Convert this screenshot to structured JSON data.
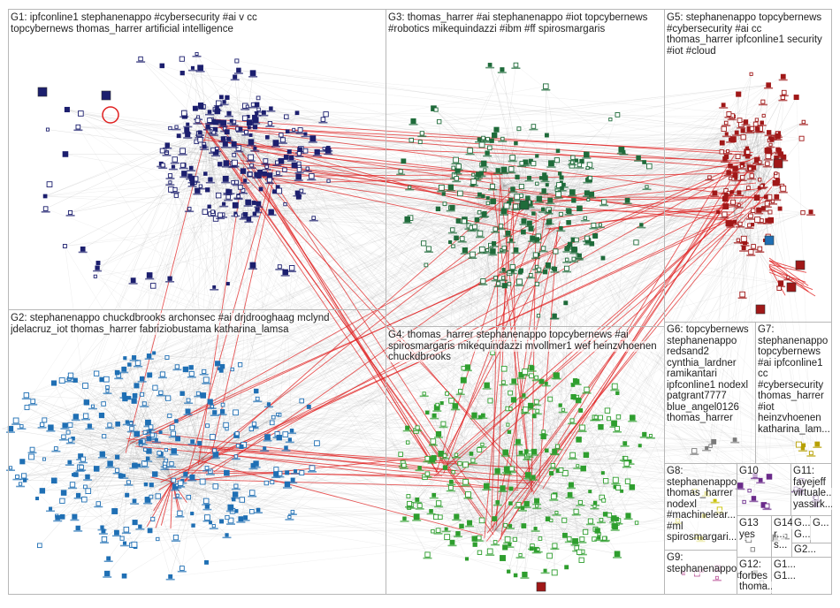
{
  "groups": [
    {
      "id": "G1",
      "label": "G1: ipfconline1 stephanenappo #cybersecurity #ai v cc topcybernews thomas_harrer artificial intelligence",
      "color": "#1c1f6e"
    },
    {
      "id": "G2",
      "label": "G2: stephanenappo chuckdbrooks archonsec #ai drjdrooghaag mclynd jdelacruz_iot thomas_harrer fabriziobustama katharina_lamsa",
      "color": "#1f6fb4"
    },
    {
      "id": "G3",
      "label": "G3: thomas_harrer #ai stephanenappo #iot topcybernews #robotics mikequindazzi #ibm #ff spirosmargaris",
      "color": "#1f6b3a"
    },
    {
      "id": "G4",
      "label": "G4: thomas_harrer stephanenappo topcybernews #ai spirosmargaris mikequindazzi mvollmer1 wef heinzvhoenen chuckdbrooks",
      "color": "#2e9e2e"
    },
    {
      "id": "G5",
      "label": "G5: stephanenappo topcybernews #cybersecurity #ai cc thomas_harrer ipfconline1 security #iot #cloud",
      "color": "#a01818"
    },
    {
      "id": "G6",
      "lines": [
        "G6: topcybernews",
        "stephanenappo",
        "redsand2",
        "cynthia_lardner",
        "ramikantari",
        "ipfconline1 nodexl",
        "patgrant7777",
        "blue_angel0126",
        "thomas_harrer"
      ],
      "color": "#7a7a7a"
    },
    {
      "id": "G7",
      "lines": [
        "G7:",
        "stephanenappo",
        "topcybernews",
        "#ai ipfconline1",
        "cc",
        "#cybersecurity",
        "thomas_harrer",
        "#iot",
        "heinzvhoenen",
        "katharina_lam..."
      ],
      "color": "#b7a000"
    },
    {
      "id": "G8",
      "lines": [
        "G8:",
        "stephanenappo",
        "thomas_harrer",
        "nodexl",
        "#machinelear...",
        "#ml",
        "spirosmargari..."
      ],
      "color": "#c8c000"
    },
    {
      "id": "G9",
      "lines": [
        "G9:",
        "stephanenappo"
      ],
      "color": "#c060a0"
    },
    {
      "id": "G10",
      "lines": [
        "G10"
      ],
      "color": "#6a2a8a"
    },
    {
      "id": "G11",
      "lines": [
        "G11:",
        "fayejeff",
        "virtuale...",
        "yassirk..."
      ],
      "color": "#5a2a7a"
    },
    {
      "id": "G12",
      "lines": [
        "G12:",
        "forbes",
        "thoma..."
      ],
      "color": "#808080"
    },
    {
      "id": "G13",
      "lines": [
        "G13",
        "yes"
      ],
      "color": "#808080"
    },
    {
      "id": "G14",
      "lines": [
        "G14:",
        "r...",
        "s..."
      ],
      "color": "#808080"
    },
    {
      "id": "Gx1",
      "lines": [
        "G...",
        "G..."
      ],
      "color": "#808080"
    },
    {
      "id": "G2x",
      "lines": [
        "G2..."
      ],
      "color": "#808080"
    },
    {
      "id": "G1x",
      "lines": [
        "G1...",
        "G1..."
      ],
      "color": "#808080"
    },
    {
      "id": "Gy",
      "lines": [
        "G..."
      ],
      "color": "#808080"
    }
  ],
  "colors": {
    "edge": "#9a9a9a",
    "edge_red": "#e02020",
    "box_border": "#b7b7b7"
  }
}
